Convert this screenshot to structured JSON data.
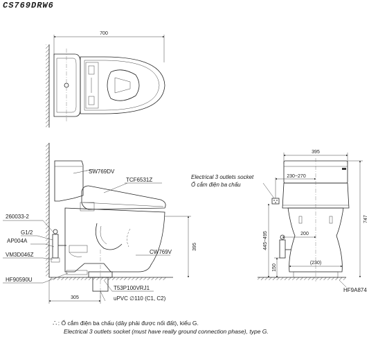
{
  "title": "CS769DRW6",
  "top_view": {
    "width_dim": "700"
  },
  "side_view": {
    "labels": {
      "sw769dv": "SW769DV",
      "tcf6531z": "TCF6531Z",
      "p260033": "260033-2",
      "g12": "G1/2",
      "ap004a": "AP004A",
      "vm3d046z": "VM3D046Z",
      "hf90590u": "HF90590U",
      "cw769v": "CW769V",
      "t53p100vrj1": "T53P100VRJ1",
      "upvc": "uPVC ∅110 (C1, C2)"
    },
    "dims": {
      "d395": "395",
      "d305": "305"
    }
  },
  "front_view": {
    "labels": {
      "elec_en": "Electrical 3 outlets socket",
      "elec_vi": "Ổ cắm điện ba chấu",
      "hf9a874": "HF9A874"
    },
    "dims": {
      "d395": "395",
      "d230_270": "230~270",
      "d200": "200",
      "d445_495": "445~495",
      "d150": "150",
      "d230p": "(230)",
      "d747": "747"
    }
  },
  "notes": {
    "icon": "∴",
    "vi": ": Ổ cắm điện ba chấu (dây phải được nối đất), kiểu G.",
    "en": "Electrical 3 outlets socket (must have really ground connection phase), type G."
  }
}
